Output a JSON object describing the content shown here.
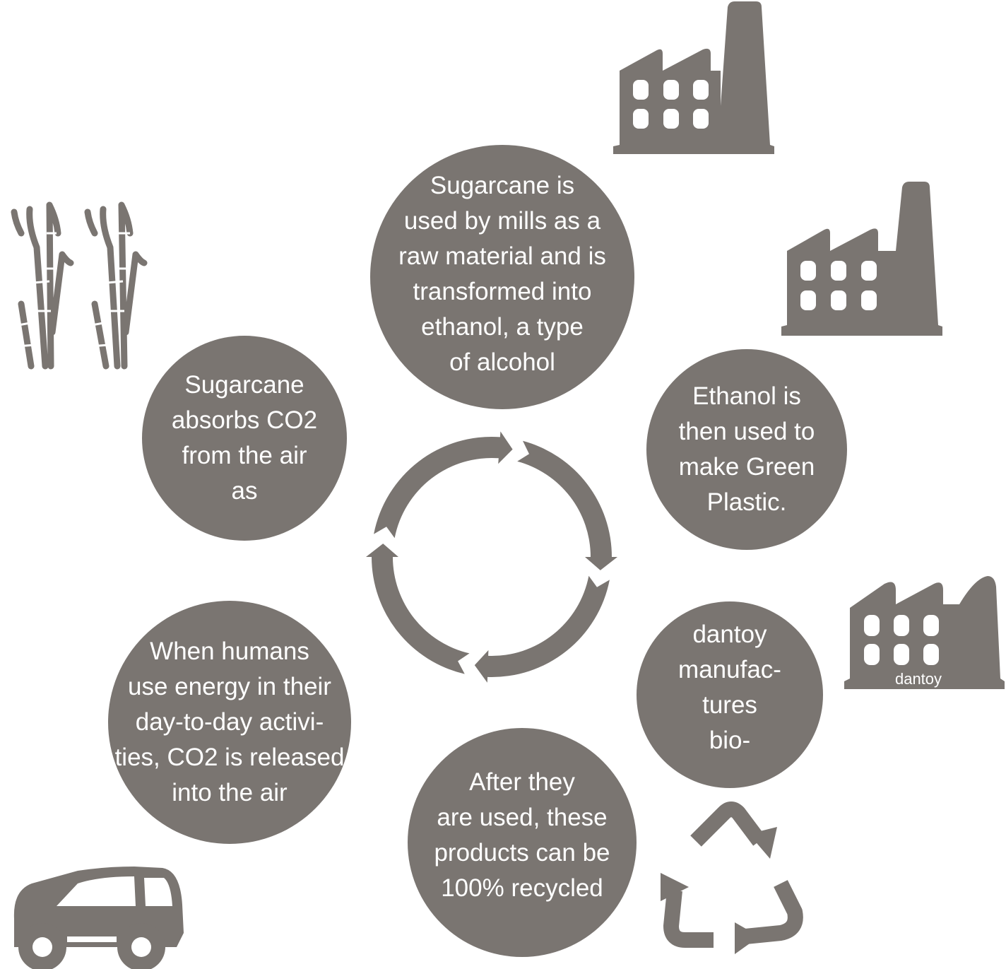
{
  "colors": {
    "fill": "#7a7571",
    "text": "#ffffff"
  },
  "steps": [
    {
      "id": "mill",
      "lines": [
        "Sugarcane is",
        "used by mills as a",
        "raw material and is",
        "transformed into",
        "ethanol, a type",
        "of alcohol"
      ]
    },
    {
      "id": "ethanol",
      "lines": [
        "Ethanol is",
        "then used  to",
        "make Green",
        "Plastic."
      ]
    },
    {
      "id": "dantoy",
      "lines": [
        "dantoy",
        "manufac-",
        "tures",
        "bio-"
      ]
    },
    {
      "id": "recycle",
      "lines": [
        "After they",
        "are used, these",
        "products can be",
        "100% recycled"
      ]
    },
    {
      "id": "humans",
      "lines": [
        "When humans",
        "use energy in their",
        "day-to-day activi-",
        "ties, CO2 is released",
        "into the air"
      ]
    },
    {
      "id": "absorb",
      "lines": [
        "Sugarcane",
        "absorbs CO2",
        "from the air",
        "as"
      ]
    }
  ],
  "icons": {
    "factory_label": "dantoy",
    "list": [
      "factory-icon",
      "factory-icon",
      "factory-icon",
      "sugarcane-icon",
      "car-icon",
      "recycle-icon",
      "cycle-arrows-icon"
    ]
  }
}
